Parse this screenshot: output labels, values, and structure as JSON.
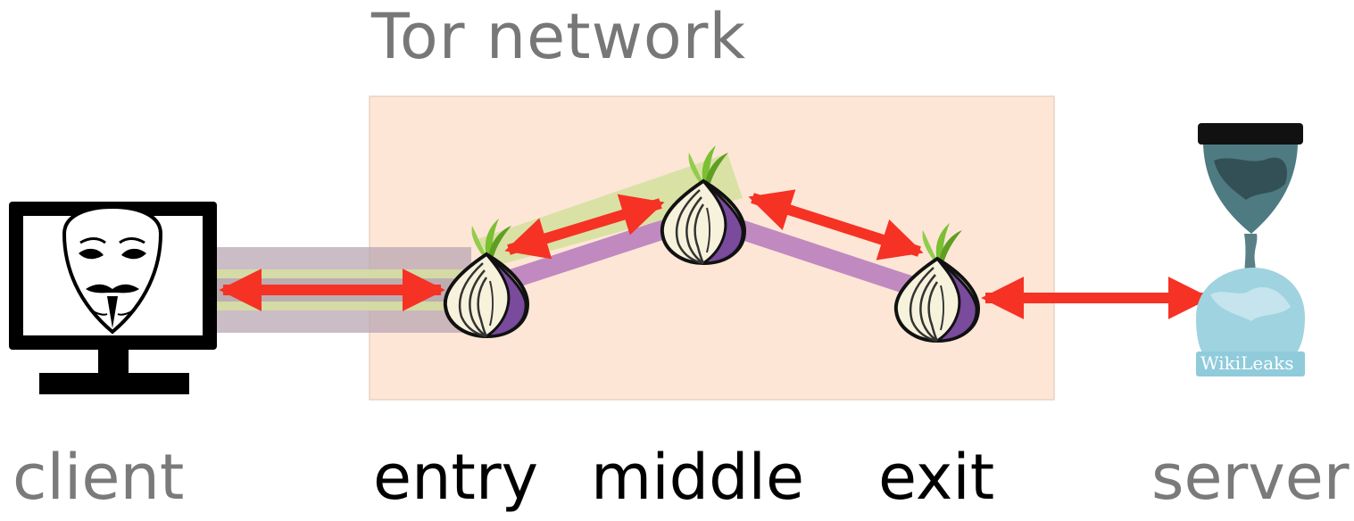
{
  "title": "Tor network",
  "labels": {
    "client": "client",
    "entry": "entry",
    "middle": "middle",
    "exit": "exit",
    "server": "server"
  },
  "server_logo_text": "WikiLeaks",
  "colors": {
    "network_box": "#fde6d6",
    "arrow": "#f53224",
    "client_path": "#b9a7b2",
    "highlight_path": "#d6e0a0",
    "relay_path": "#c08ac0",
    "onion_purple": "#7a4a9c",
    "onion_cream": "#f7f2dc",
    "sprout": "#7bbf32",
    "label_dark": "#000000",
    "label_grey": "#7a7a7a"
  }
}
